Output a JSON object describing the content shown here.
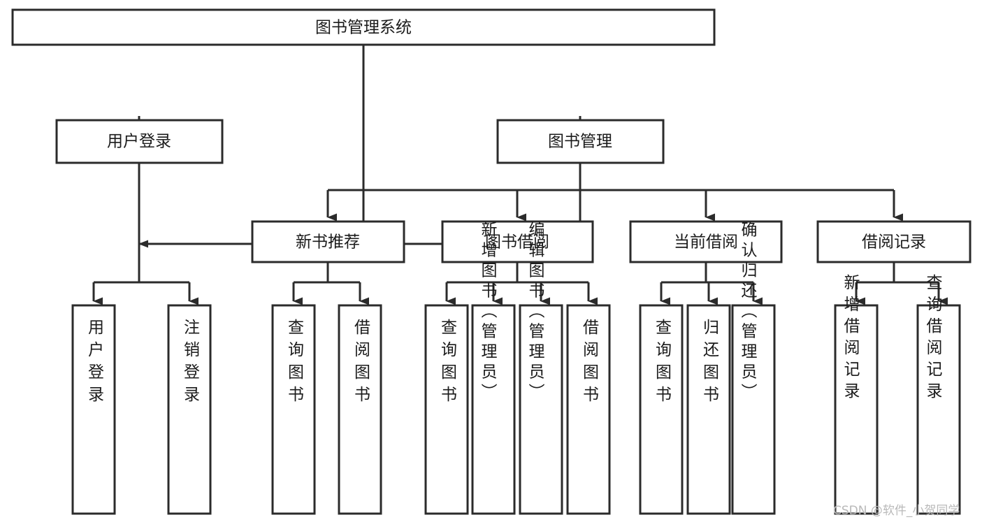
{
  "diagram": {
    "type": "tree-hierarchy-chart",
    "title": "图书管理系统",
    "orientation": "top-down",
    "colors": {
      "box_fill": "#ffffff",
      "box_stroke": "#2b2b2b",
      "text": "#1b1b1b",
      "watermark": "#b9b9b9"
    },
    "root": {
      "id": "root",
      "label": "图书管理系统",
      "level": 0,
      "orient": "horizontal"
    },
    "level1": [
      {
        "id": "user-login",
        "label": "用户登录",
        "orient": "horizontal"
      },
      {
        "id": "book-manage",
        "label": "图书管理",
        "orient": "horizontal"
      }
    ],
    "level2": [
      {
        "id": "new-book-recommend",
        "label": "新书推荐",
        "parent": "book-manage",
        "orient": "horizontal"
      },
      {
        "id": "book-borrow",
        "label": "图书借阅",
        "parent": "book-manage",
        "orient": "horizontal"
      },
      {
        "id": "current-borrow",
        "label": "当前借阅",
        "parent": "book-manage",
        "orient": "horizontal"
      },
      {
        "id": "borrow-record",
        "label": "借阅记录",
        "parent": "book-manage",
        "orient": "horizontal"
      }
    ],
    "leaves": [
      {
        "id": "leaf-user-login",
        "label": "用户登录",
        "parent": "user-login",
        "orient": "vertical"
      },
      {
        "id": "leaf-user-logout",
        "label": "注销登录",
        "parent": "user-login",
        "orient": "vertical"
      },
      {
        "id": "leaf-query-book-recommend",
        "label": "查询图书",
        "parent": "new-book-recommend",
        "orient": "vertical"
      },
      {
        "id": "leaf-borrow-book-recommend",
        "label": "借阅图书",
        "parent": "new-book-recommend",
        "orient": "vertical"
      },
      {
        "id": "leaf-query-book-borrow",
        "label": "查询图书",
        "parent": "book-borrow",
        "orient": "vertical"
      },
      {
        "id": "leaf-add-book-admin",
        "label": "新增图书（管理员）",
        "parent": "book-borrow",
        "orient": "vertical"
      },
      {
        "id": "leaf-edit-book-admin",
        "label": "编辑图书（管理员）",
        "parent": "book-borrow",
        "orient": "vertical"
      },
      {
        "id": "leaf-borrow-book",
        "label": "借阅图书",
        "parent": "book-borrow",
        "orient": "vertical"
      },
      {
        "id": "leaf-query-book-current",
        "label": "查询图书",
        "parent": "current-borrow",
        "orient": "vertical"
      },
      {
        "id": "leaf-return-book",
        "label": "归还图书",
        "parent": "current-borrow",
        "orient": "vertical"
      },
      {
        "id": "leaf-confirm-return-admin",
        "label": "确认归还（管理员）",
        "parent": "current-borrow",
        "orient": "vertical"
      },
      {
        "id": "leaf-add-borrow-record",
        "label": "新增借阅记录",
        "parent": "borrow-record",
        "orient": "vertical"
      },
      {
        "id": "leaf-query-borrow-record",
        "label": "查询借阅记录",
        "parent": "borrow-record",
        "orient": "vertical"
      }
    ]
  },
  "watermark": {
    "text": "CSDN @软件_小贺同学"
  }
}
